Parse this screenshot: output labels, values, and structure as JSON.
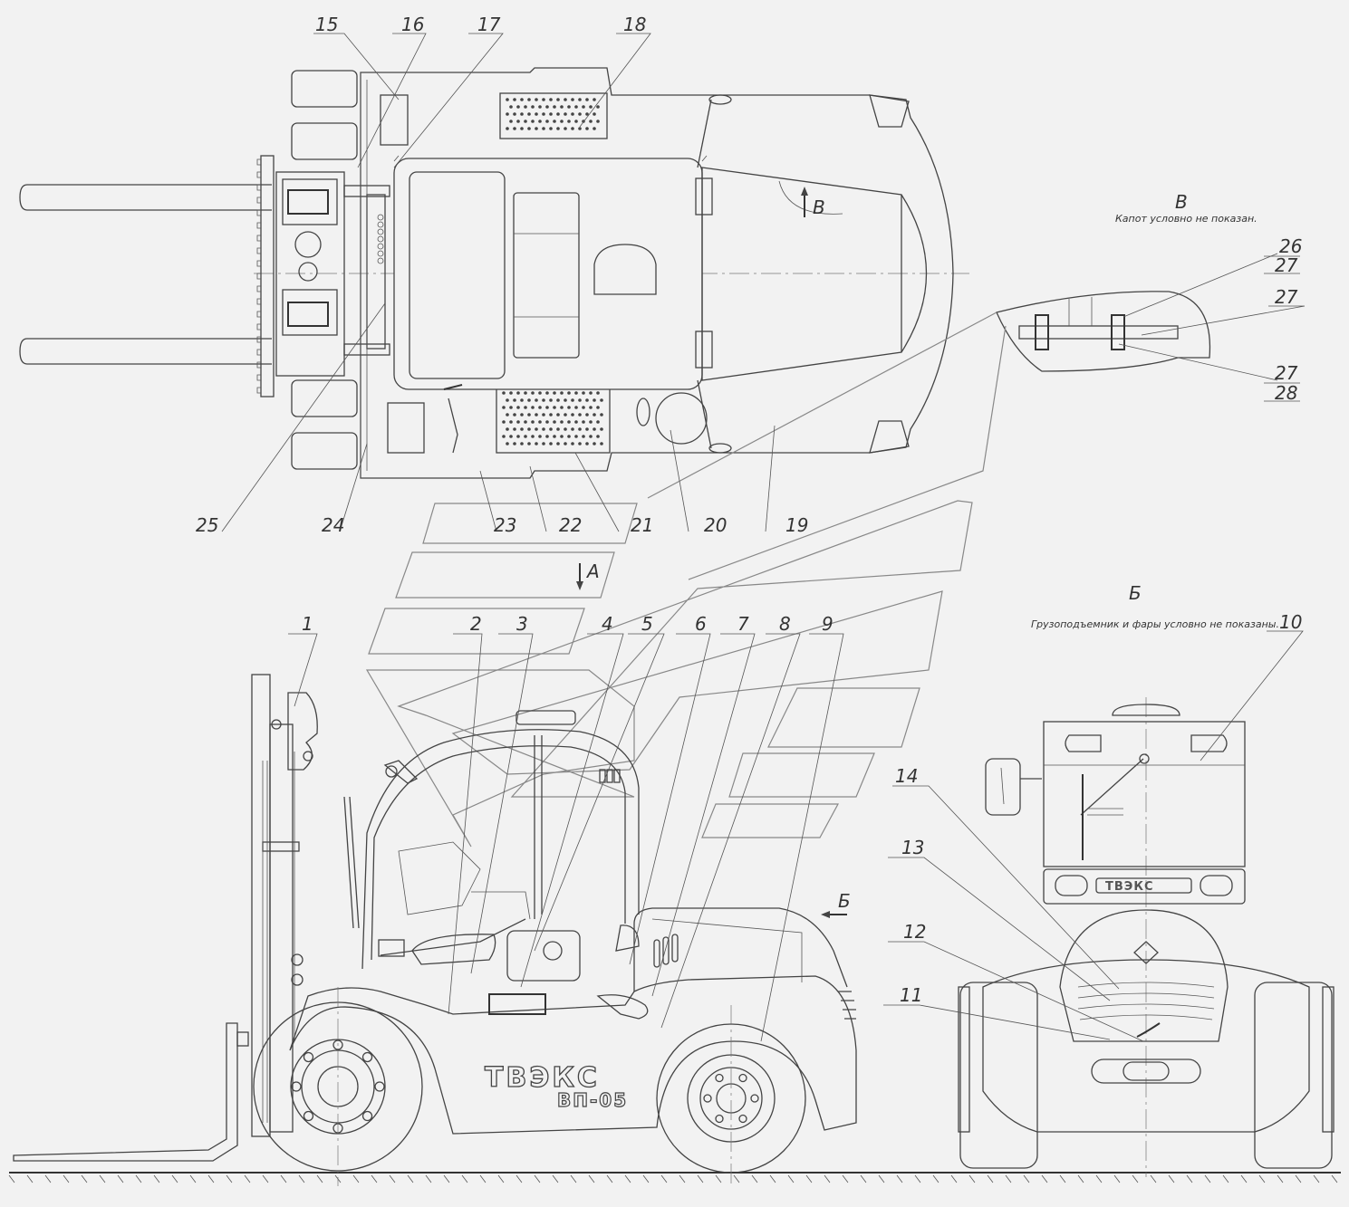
{
  "callouts": [
    "1",
    "2",
    "3",
    "4",
    "5",
    "6",
    "7",
    "8",
    "9",
    "10",
    "11",
    "12",
    "13",
    "14",
    "15",
    "16",
    "17",
    "18",
    "19",
    "20",
    "21",
    "22",
    "23",
    "24",
    "25",
    "26",
    "27",
    "27",
    "27",
    "28"
  ],
  "views": {
    "v_label": "В",
    "v_note": "Капот условно не показан.",
    "b_label": "Б",
    "b_note": "Грузоподъемник и фары условно не показаны.",
    "arrow_a": "А",
    "arrow_b": "Б",
    "arrow_v": "В"
  },
  "branding": {
    "maker": "ТВЭКС",
    "model": "ВП-05"
  }
}
